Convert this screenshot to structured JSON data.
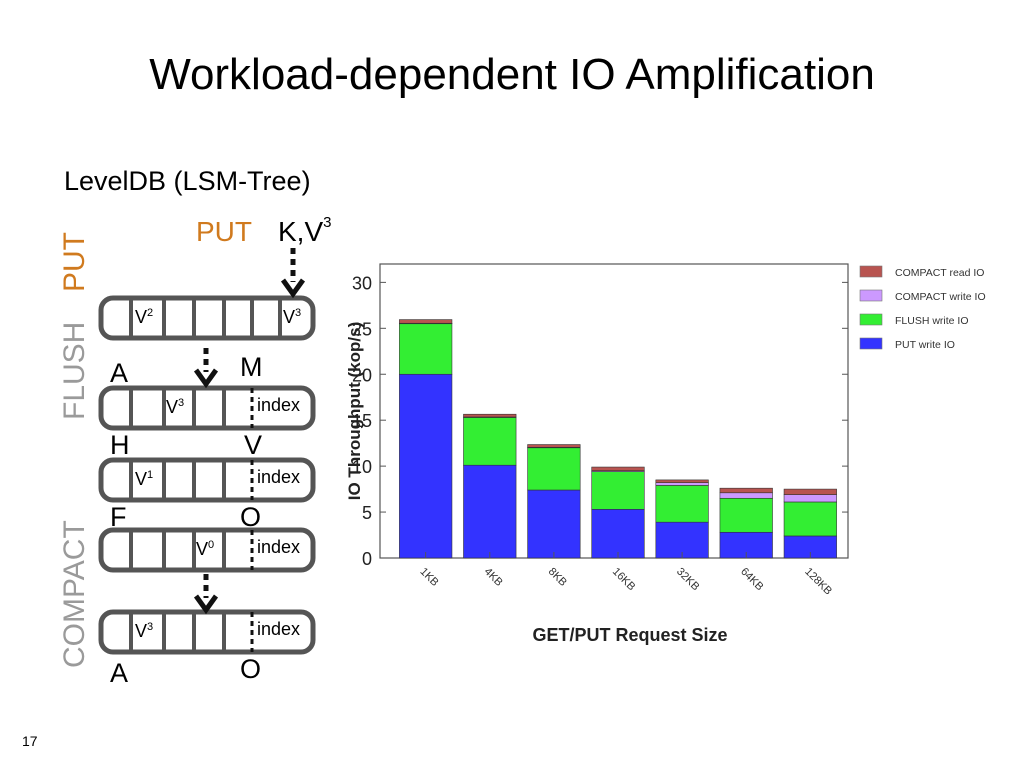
{
  "slide": {
    "title": "Workload-dependent IO Amplification",
    "subtitle": "LevelDB (LSM-Tree)",
    "page_number": "17"
  },
  "diagram": {
    "put_label": "PUT",
    "kv_label": "K,V",
    "kv_sup": "3",
    "side_labels": {
      "put": "PUT",
      "flush": "FLUSH",
      "compact": "COMPACT"
    },
    "letters": {
      "a1": "A",
      "m": "M",
      "h": "H",
      "v": "V",
      "f": "F",
      "o1": "O",
      "a2": "A",
      "o2": "O"
    },
    "rows": [
      {
        "cells": [
          {
            "text": "V",
            "sup": "2"
          },
          {
            "text": "V",
            "sup": "3"
          }
        ]
      },
      {
        "cells": [
          {
            "text": "V",
            "sup": "3"
          },
          {
            "text": "index"
          }
        ]
      },
      {
        "cells": [
          {
            "text": "V",
            "sup": "1"
          },
          {
            "text": "index"
          }
        ]
      },
      {
        "cells": [
          {
            "text": "V",
            "sup": "0"
          },
          {
            "text": "index"
          }
        ]
      },
      {
        "cells": [
          {
            "text": "V",
            "sup": "3"
          },
          {
            "text": "index"
          }
        ]
      }
    ],
    "colors": {
      "orange": "#d07a1e",
      "gray": "#9a9a9a",
      "outline": "#555555"
    }
  },
  "chart_data": {
    "type": "bar",
    "stacked": true,
    "title": "",
    "xlabel": "GET/PUT Request Size",
    "ylabel": "IO Throughput (kop/s)",
    "ylim": [
      0,
      32
    ],
    "yticks": [
      "0",
      "5",
      "10",
      "15",
      "20",
      "25",
      "30"
    ],
    "categories": [
      "1KB",
      "4KB",
      "8KB",
      "16KB",
      "32KB",
      "64KB",
      "128KB"
    ],
    "series": [
      {
        "name": "PUT write IO",
        "color": "#3333ff",
        "values": [
          20,
          10.1,
          7.4,
          5.3,
          3.9,
          2.8,
          2.4
        ]
      },
      {
        "name": "FLUSH write IO",
        "color": "#33ee33",
        "values": [
          5.5,
          5.2,
          4.6,
          4.1,
          4.0,
          3.7,
          3.7
        ]
      },
      {
        "name": "COMPACT write IO",
        "color": "#cc99ff",
        "values": [
          0.05,
          0.05,
          0.05,
          0.1,
          0.3,
          0.6,
          0.8
        ]
      },
      {
        "name": "COMPACT read IO",
        "color": "#b85450",
        "values": [
          0.4,
          0.3,
          0.3,
          0.4,
          0.3,
          0.5,
          0.6
        ]
      }
    ],
    "legend_order": [
      "COMPACT read IO",
      "COMPACT write IO",
      "FLUSH write IO",
      "PUT write IO"
    ],
    "legend_position": "right"
  }
}
